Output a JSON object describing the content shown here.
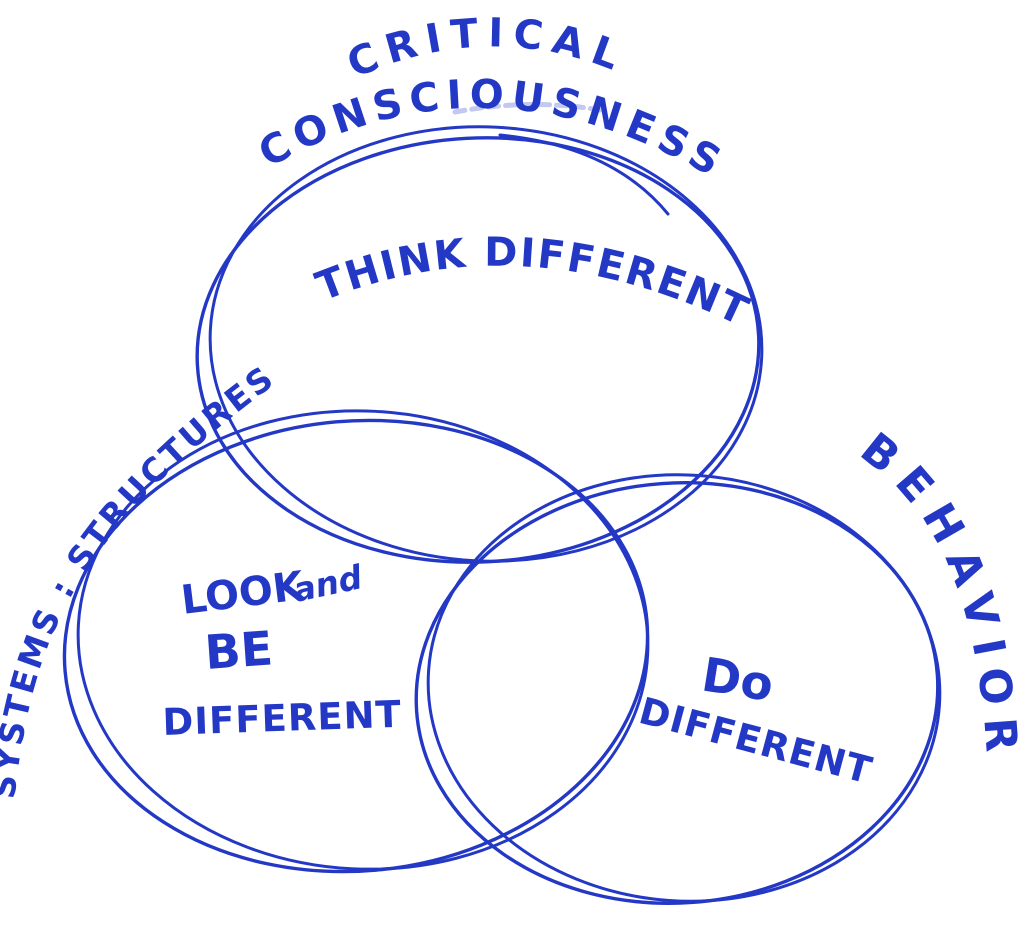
{
  "page": {
    "background": "#ffffff",
    "ink_color": "#2438c6"
  },
  "diagram": {
    "type": "venn-sketch",
    "description": "Three overlapping hand-drawn circles in blue marker",
    "circles": [
      {
        "id": "critical-consciousness",
        "outer_label": "CRITICAL CONSCIOUSNESS",
        "inner_label": "THINK DIFFERENT",
        "position": "top"
      },
      {
        "id": "systems-structures",
        "outer_label": "SYSTEMS : STRUCTURES",
        "inner_label": "LOOK and BE DIFFERENT",
        "position": "bottom-left"
      },
      {
        "id": "behavior",
        "outer_label": "BEHAVIOR",
        "inner_label": "Do DIFFERENT",
        "position": "bottom-right"
      }
    ],
    "labels": {
      "critical": "CRITICAL",
      "consciousness": "CONSCIOUSNESS",
      "think_different": "THINK DIFFERENT",
      "systems_structures": "SYSTEMS : STRUCTURES",
      "behavior": "BEHAVIOR",
      "look": "LOOK",
      "and": "and",
      "be": "BE",
      "look_be_different_line3": "DIFFERENT",
      "do": "Do",
      "do_different_line2": "DIFFERENT"
    }
  }
}
